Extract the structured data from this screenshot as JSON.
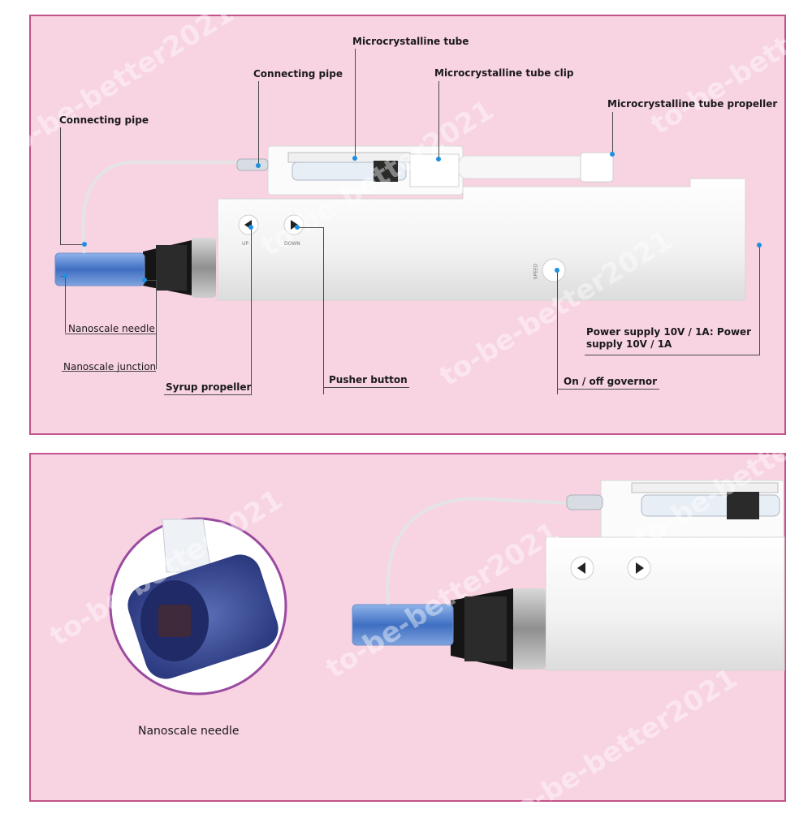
{
  "top_labels": {
    "microcrystalline_tube": "Microcrystalline tube",
    "connecting_pipe_upper": "Connecting pipe",
    "microcrystalline_tube_clip": "Microcrystalline tube clip",
    "microcrystalline_tube_propeller": "Microcrystalline tube propeller",
    "connecting_pipe_left": "Connecting pipe",
    "nanoscale_needle": "Nanoscale needle",
    "nanoscale_junction": "Nanoscale junction",
    "syrup_propeller": "Syrup propeller",
    "pusher_button": "Pusher button",
    "power_supply": "Power supply 10V / 1A:  Power supply 10V / 1A",
    "on_off_governor": "On / off governor"
  },
  "device_markings": {
    "up": "UP",
    "down": "DOWN",
    "speed": "SPEED"
  },
  "bottom": {
    "zoom_caption": "Nanoscale needle"
  },
  "watermark": "to-be-better2021",
  "colors": {
    "panel_bg": "#f8d3e2",
    "panel_border": "#c2528b",
    "leader_dot": "#1f8fe0",
    "cartridge_blue": "#4a78c4"
  }
}
